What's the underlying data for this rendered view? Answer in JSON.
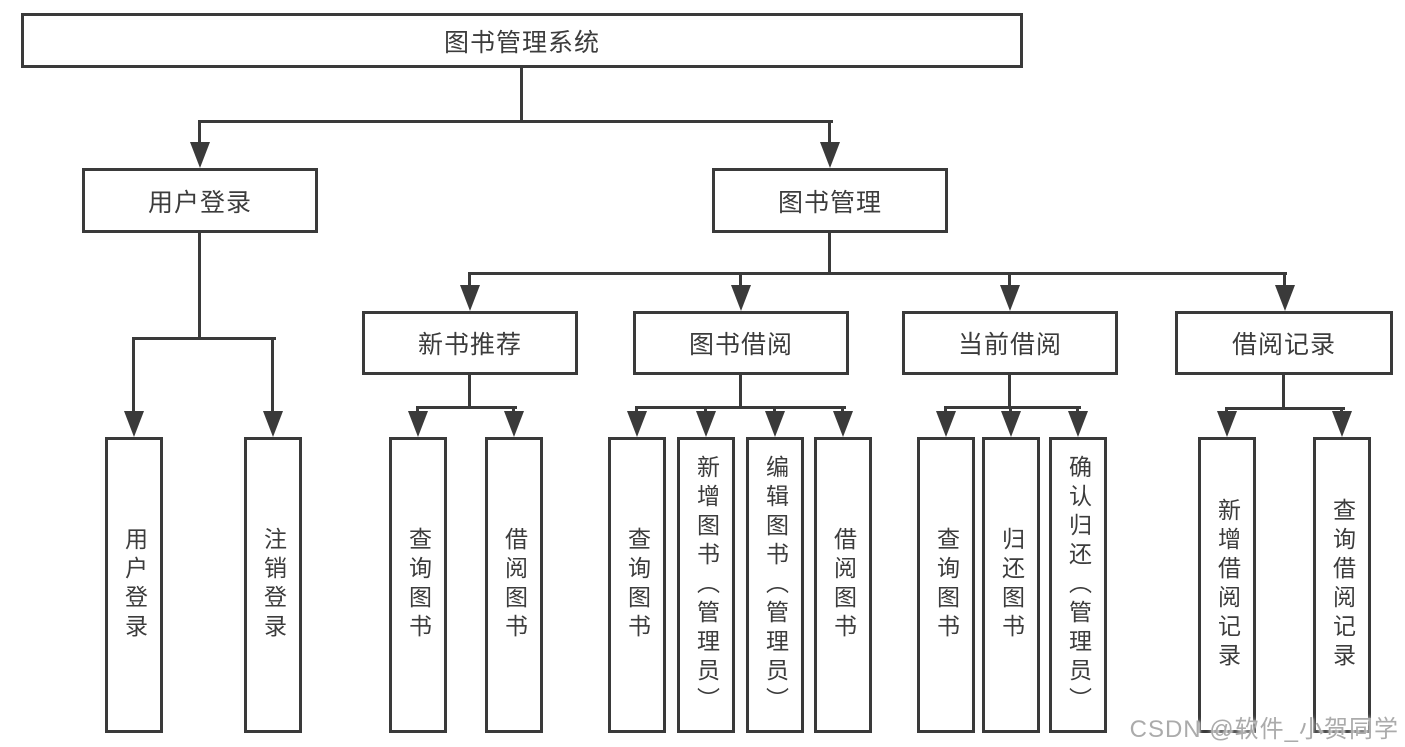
{
  "root": {
    "label": "图书管理系统"
  },
  "user_login": {
    "label": "用户登录",
    "children": [
      {
        "label": "用户登录"
      },
      {
        "label": "注销登录"
      }
    ]
  },
  "book_mgmt": {
    "label": "图书管理",
    "children": [
      {
        "label": "新书推荐",
        "children": [
          {
            "label": "查询图书"
          },
          {
            "label": "借阅图书"
          }
        ]
      },
      {
        "label": "图书借阅",
        "children": [
          {
            "label": "查询图书"
          },
          {
            "label": "新增图书（管理员）"
          },
          {
            "label": "编辑图书（管理员）"
          },
          {
            "label": "借阅图书"
          }
        ]
      },
      {
        "label": "当前借阅",
        "children": [
          {
            "label": "查询图书"
          },
          {
            "label": "归还图书"
          },
          {
            "label": "确认归还（管理员）"
          }
        ]
      },
      {
        "label": "借阅记录",
        "children": [
          {
            "label": "新增借阅记录"
          },
          {
            "label": "查询借阅记录"
          }
        ]
      }
    ]
  },
  "watermark": "CSDN @软件_小贺同学",
  "colors": {
    "line": "#3a3a3a",
    "text": "#3c3c3c",
    "watermark": "#ababab",
    "background": "#ffffff"
  }
}
